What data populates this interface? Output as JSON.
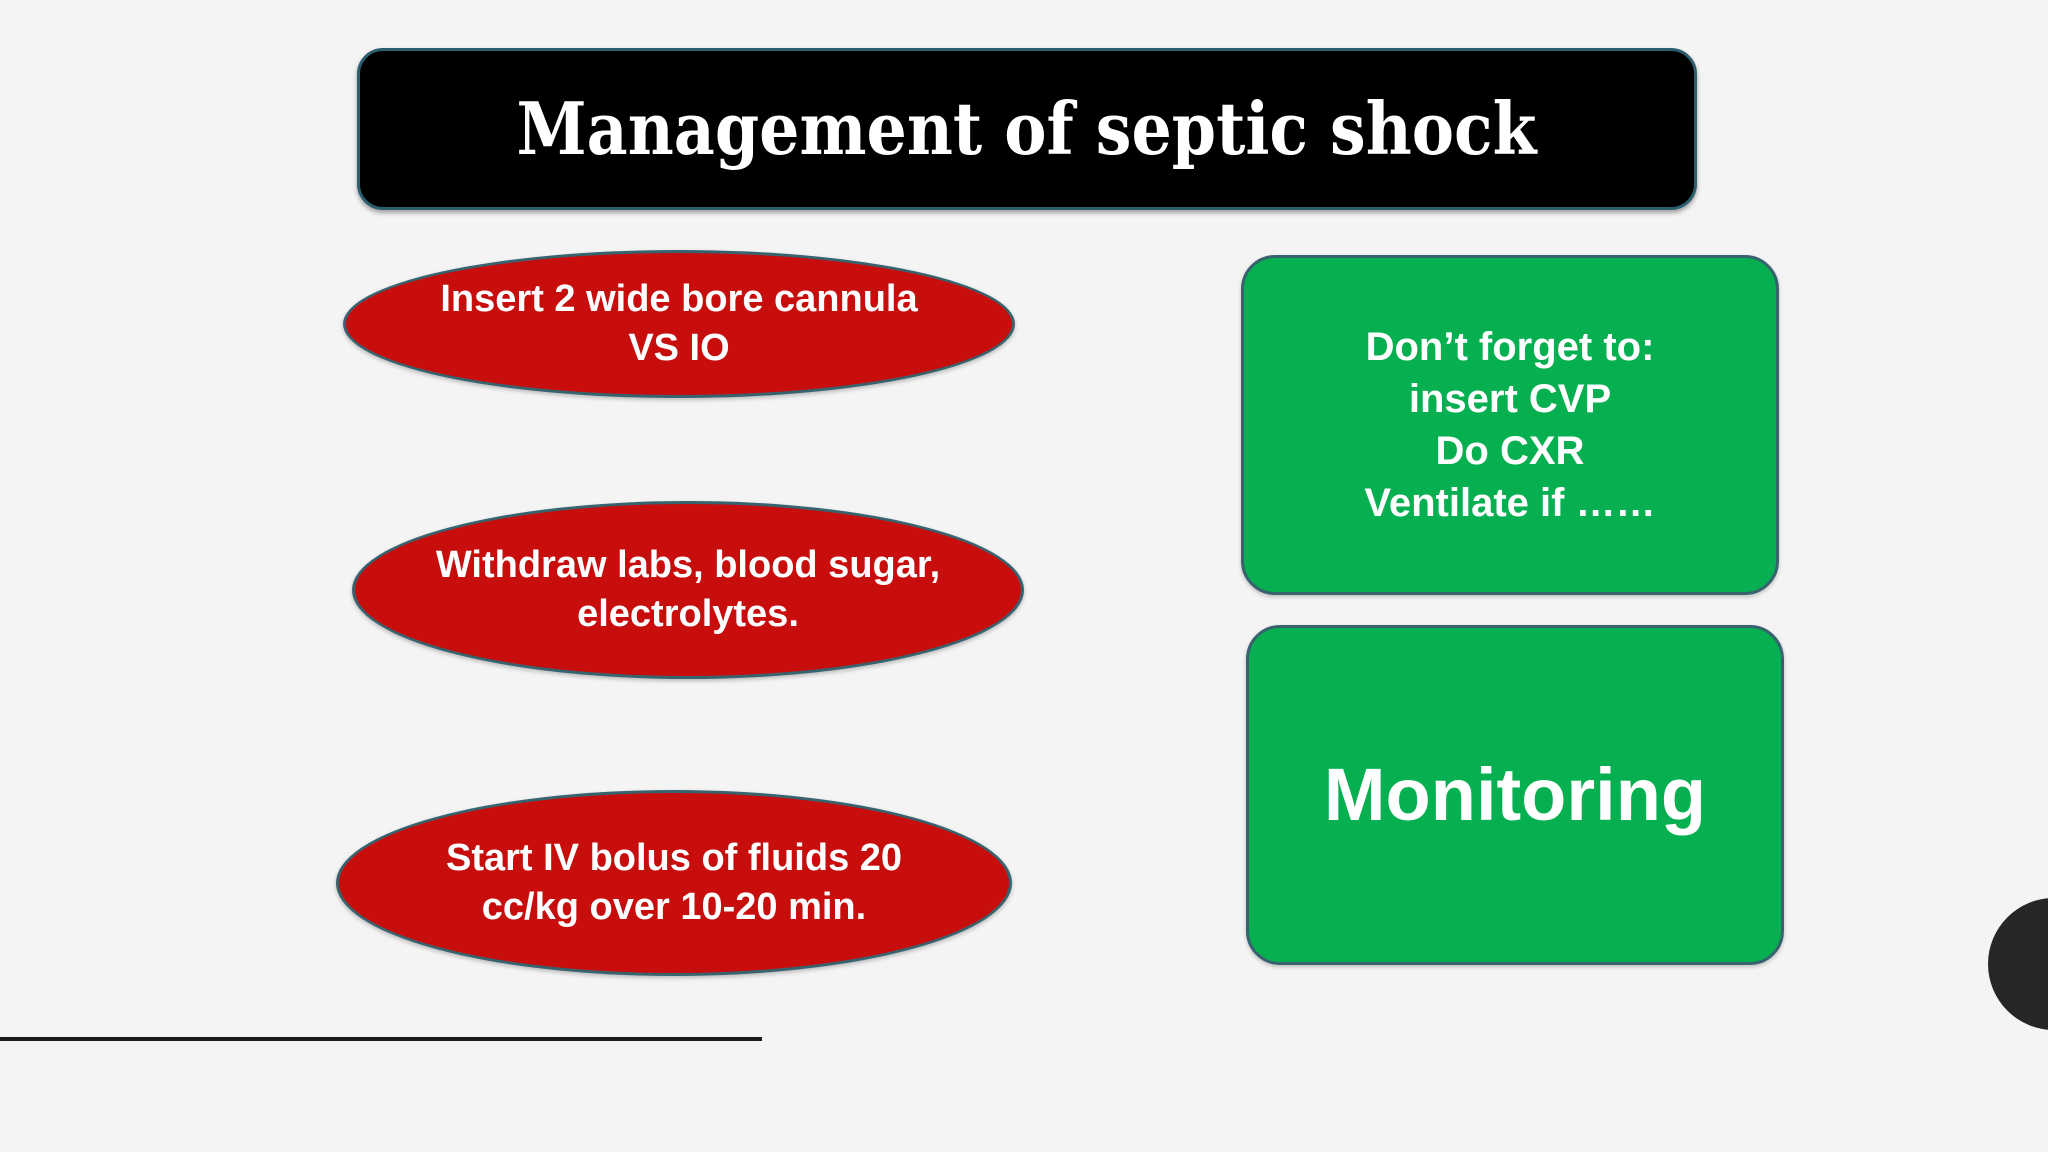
{
  "slide": {
    "title": "Management of septic shock",
    "background_color": "#f4f4f4",
    "accent_colors": {
      "title_background": "#000000",
      "title_border": "#2b5f70",
      "ellipse_fill": "#c80d0d",
      "ellipse_border": "#37636f",
      "green_fill": "#06b050",
      "green_border": "#37636f",
      "rule_color": "#1a1a1a",
      "circle_color": "#262626"
    }
  },
  "left_column": {
    "steps": [
      {
        "id": "step-1",
        "text": "Insert 2 wide bore cannula VS IO"
      },
      {
        "id": "step-2",
        "text": "Withdraw labs, blood sugar, electrolytes."
      },
      {
        "id": "step-3",
        "text": "Start IV bolus of fluids 20 cc/kg over 10-20 min."
      }
    ]
  },
  "right_column": {
    "reminder": {
      "id": "reminder-box",
      "text": "Don’t forget to:\ninsert CVP\nDo CXR\nVentilate if ……"
    },
    "monitoring": {
      "id": "monitoring-box",
      "text": "Monitoring"
    }
  },
  "decorations": {
    "bottom_rule": "horizontal-rule",
    "corner_circle": "dark-circle"
  }
}
